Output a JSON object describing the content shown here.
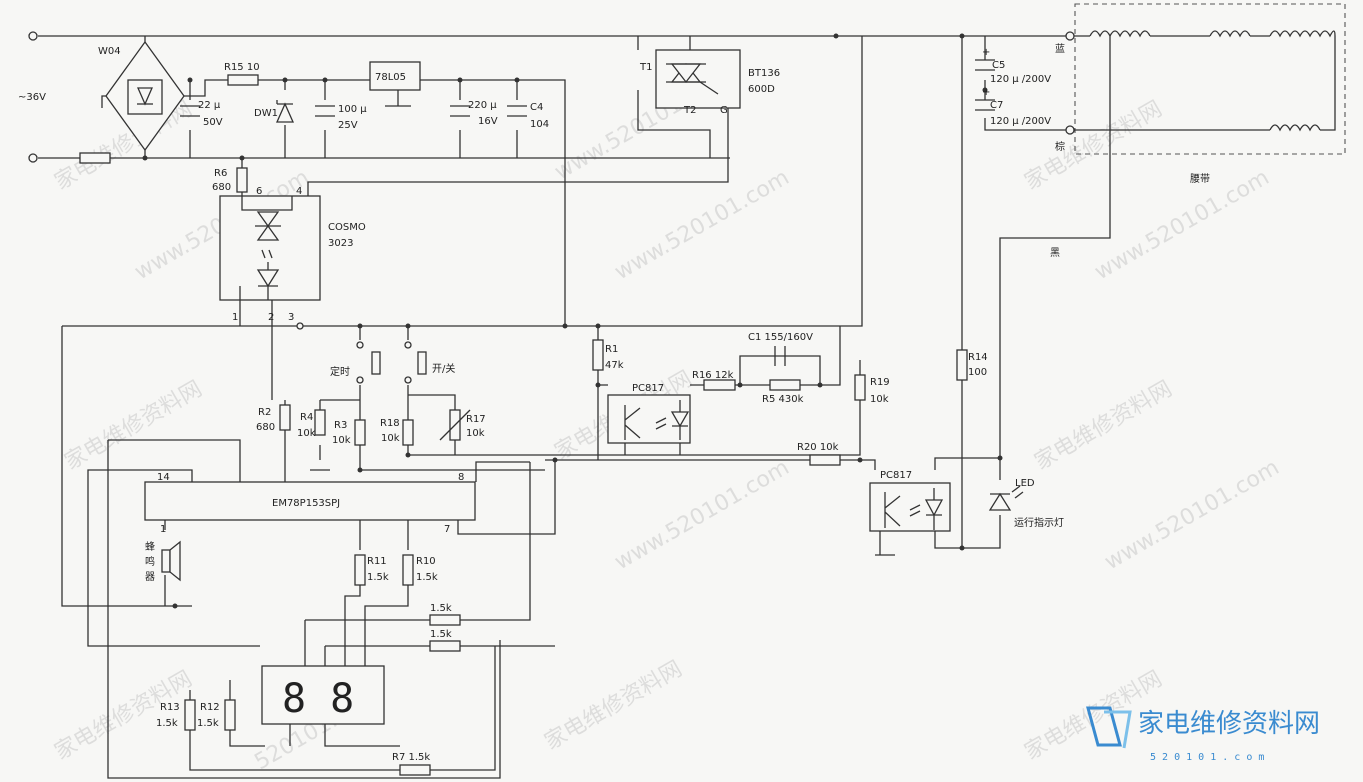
{
  "input": {
    "voltage": "~36V"
  },
  "bridge": {
    "name": "W04"
  },
  "resistors": {
    "R15": "R15 10",
    "R6": "R6",
    "R6v": "680",
    "R2": "R2",
    "R2v": "680",
    "R4": "R4",
    "R4v": "10k",
    "R3": "R3",
    "R3v": "10k",
    "R18": "R18",
    "R18v": "10k",
    "R17": "R17",
    "R17v": "10k",
    "R1": "R1",
    "R1v": "47k",
    "R16": "R16 12k",
    "R5": "R5 430k",
    "R19": "R19",
    "R19v": "10k",
    "R20": "R20 10k",
    "R14": "R14",
    "R14v": "100",
    "R11": "R11",
    "R11v": "1.5k",
    "R10": "R10",
    "R10v": "1.5k",
    "R8": "1.5k",
    "R9": "1.5k",
    "R13": "R13",
    "R13v": "1.5k",
    "R12": "R12",
    "R12v": "1.5k",
    "R7": "R7 1.5k"
  },
  "capacitors": {
    "C22a": "22 μ",
    "C22b": "50V",
    "C100a": "100 μ",
    "C100b": "25V",
    "C220a": "220 μ",
    "C220b": "16V",
    "C4a": "C4",
    "C4b": "104",
    "C1": "C1 155/160V",
    "C5a": "C5",
    "C5b": "120 μ /200V",
    "C7a": "C7",
    "C7b": "120 μ /200V"
  },
  "diodes": {
    "DW1": "DW1"
  },
  "regulator": {
    "name": "78L05"
  },
  "triac": {
    "T1": "T1",
    "T2": "T2",
    "G": "G",
    "name": "BT136",
    "rating": "600D"
  },
  "optotriac": {
    "name": "COSMO",
    "model": "3023",
    "pin6": "6",
    "pin4": "4",
    "pin1": "1",
    "pin2": "2",
    "pin3": "3"
  },
  "mcu": {
    "name": "EM78P153SPJ",
    "pin14": "14",
    "pin1": "1",
    "pin8": "8",
    "pin7": "7"
  },
  "switches": {
    "timer": "定时",
    "onoff": "开/关"
  },
  "optocouplers": {
    "pc1": "PC817",
    "pc2": "PC817"
  },
  "buzzer": {
    "l1": "蜂",
    "l2": "鸣",
    "l3": "器"
  },
  "display": {
    "digits": "8 8"
  },
  "led": {
    "name": "LED",
    "desc": "运行指示灯"
  },
  "belt": {
    "name": "腰带",
    "blue": "蓝",
    "brown": "棕",
    "black": "黑"
  },
  "watermark": {
    "text1": "家电维修资料网",
    "text2": "www.520101.com",
    "text3": "520101.com"
  },
  "logo": {
    "title": "家电维修资料网",
    "site": "5 2 0 1 0 1 . c o m"
  }
}
